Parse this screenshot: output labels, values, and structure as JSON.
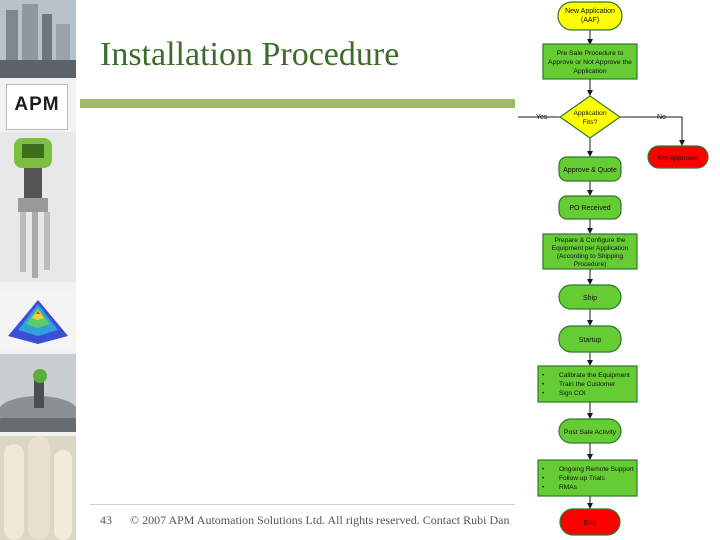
{
  "slide": {
    "title": "Installation Procedure",
    "page_number": "43",
    "copyright": "© 2007 APM Automation Solutions Ltd. All rights reserved. Contact Rubi Dan"
  },
  "logo": {
    "text": "APM"
  },
  "flowchart": {
    "new_application": [
      "New Application",
      "(AAF)"
    ],
    "pre_sale": [
      "Pre Sale Procedure to",
      "Approve or Not Approve the",
      "Application"
    ],
    "decision": [
      "Application",
      "Fits?"
    ],
    "yes_label": "Yes",
    "no_label": "No",
    "not_approved": "Not Approved",
    "approve_quote": "Approve & Quote",
    "po_received": "PO Received",
    "prepare": [
      "Prepare & Configure the",
      "Equipment per Application",
      "(According to Shipping",
      "Procedure)"
    ],
    "ship": "Ship",
    "startup": "Startup",
    "onsite_tasks": [
      "Calibrate the Equipment",
      "Train the Customer",
      "Sign COI"
    ],
    "post_sale": "Post Sale Activity",
    "followup_tasks": [
      "Ongoing Remote Support",
      "Follow up Trials",
      "RMAs"
    ],
    "end": "End"
  },
  "colors": {
    "title": "#3d6b2a",
    "accent_bar": "#9fb86a",
    "node_yellow": "#ffff00",
    "node_green": "#66cc33",
    "node_red": "#ff0000",
    "node_border": "#2b7a2b"
  }
}
